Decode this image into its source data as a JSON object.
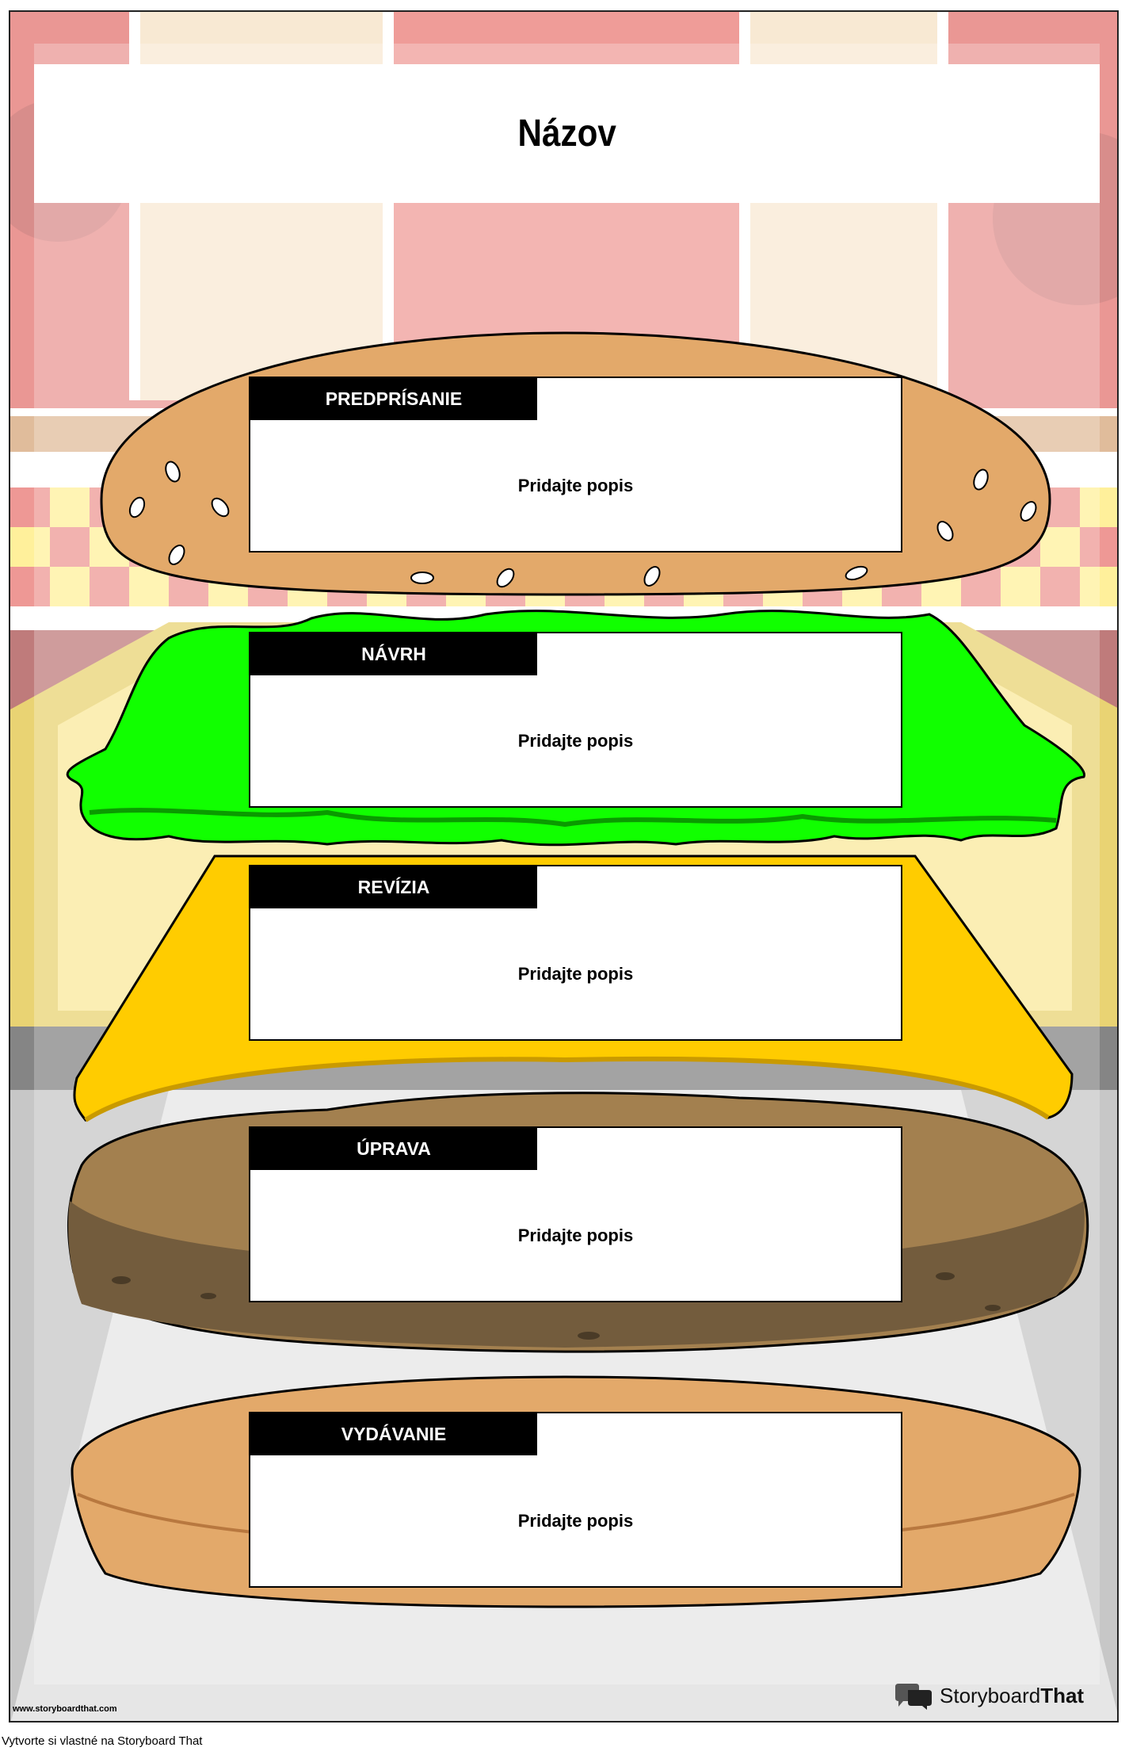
{
  "title": "Názov",
  "cards": [
    {
      "label": "PREDPRÍSANIE",
      "text": "Pridajte popis"
    },
    {
      "label": "NÁVRH",
      "text": "Pridajte popis"
    },
    {
      "label": "REVÍZIA",
      "text": "Pridajte popis"
    },
    {
      "label": "ÚPRAVA",
      "text": "Pridajte popis"
    },
    {
      "label": "VYDÁVANIE",
      "text": "Pridajte popis"
    }
  ],
  "watermark_url": "www.storyboardthat.com",
  "brand": {
    "part1": "Storyboard",
    "part2": "That",
    "icon": "speech-bubbles-logo"
  },
  "footer": "Vytvorte si vlastné na Storyboard That",
  "colors": {
    "bun": "#e3a96a",
    "lettuce": "#11ff00",
    "cheese": "#ffcc00",
    "patty": "#a3804f",
    "patty_dark": "#735c3d",
    "red": "#e0443e"
  }
}
